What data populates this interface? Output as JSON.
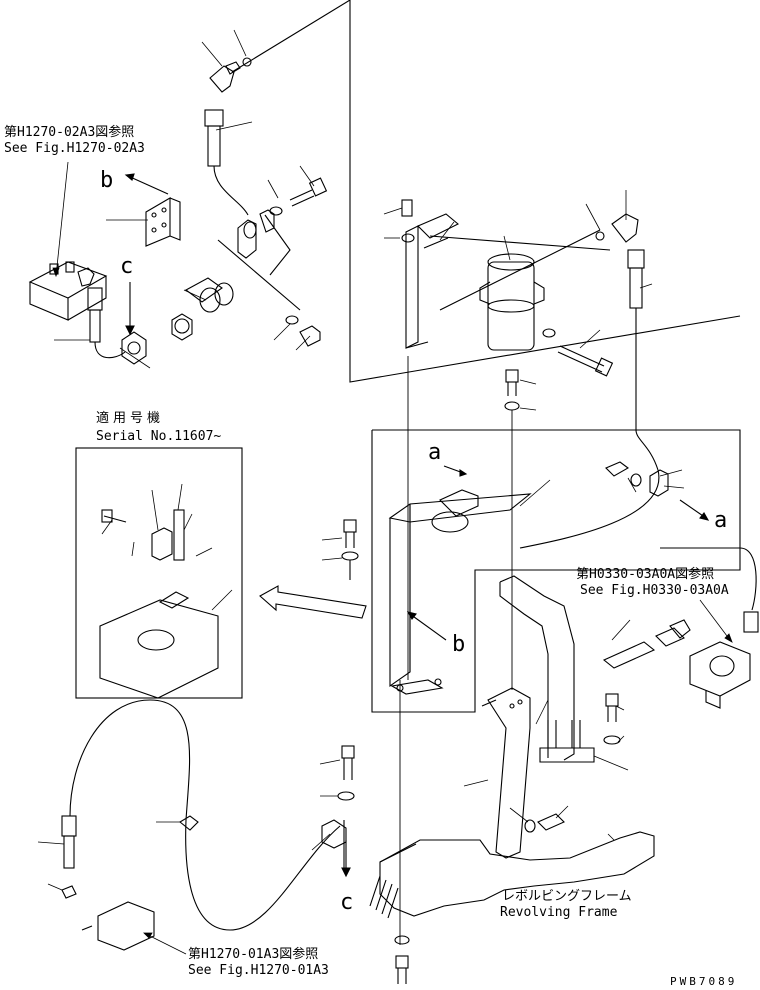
{
  "refs": {
    "top_left_jp": "第H1270-02A3図参照",
    "top_left_en": "See Fig.H1270-02A3",
    "right_jp": "第H0330-03A0A図参照",
    "right_en": "See Fig.H0330-03A0A",
    "bottom_jp": "第H1270-01A3図参照",
    "bottom_en": "See Fig.H1270-01A3"
  },
  "inset": {
    "title_jp": "適用号機",
    "serial": "Serial No.11607~"
  },
  "frame": {
    "label_jp": "レボルビングフレーム",
    "label_en": "Revolving Frame"
  },
  "letters": {
    "b": "b",
    "c": "c",
    "a": "a"
  },
  "drawing_no": "PWB7089"
}
